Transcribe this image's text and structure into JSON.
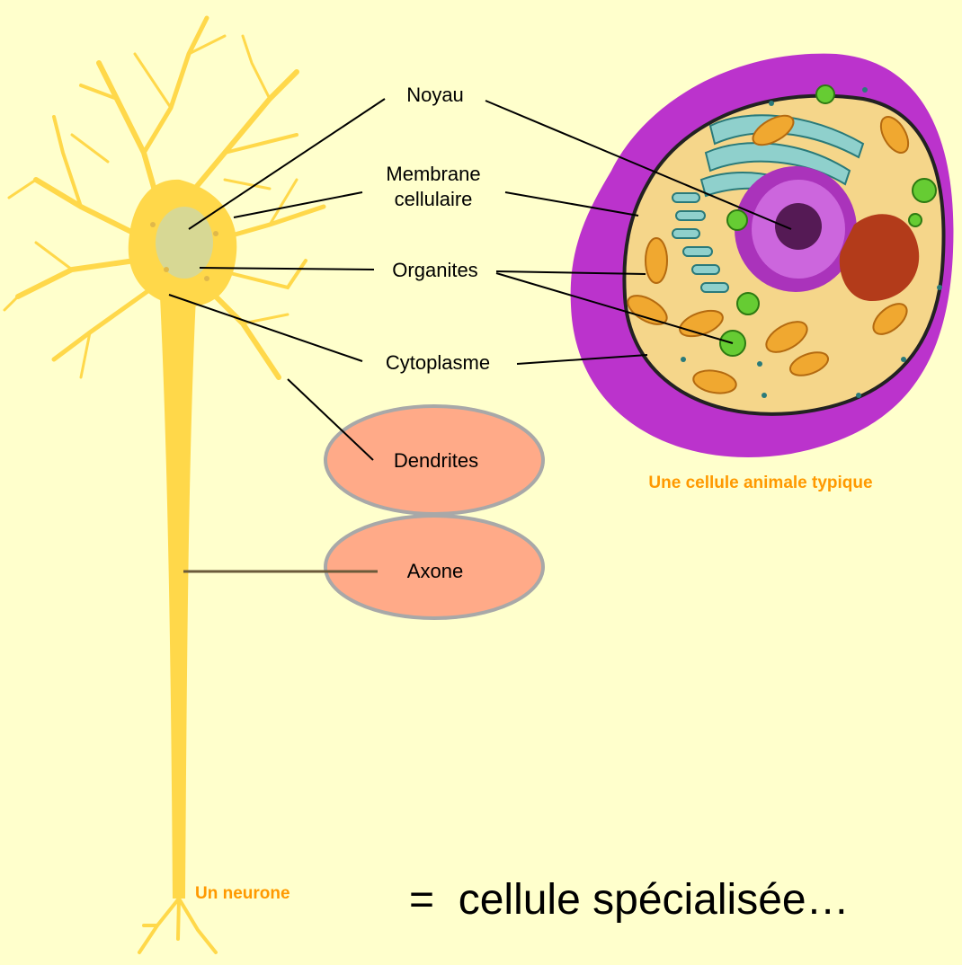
{
  "labels": {
    "noyau": "Noyau",
    "membrane_line1": "Membrane",
    "membrane_line2": "cellulaire",
    "organites": "Organites",
    "cytoplasme": "Cytoplasme",
    "dendrites": "Dendrites",
    "axone": "Axone"
  },
  "captions": {
    "animal_cell": "Une cellule animale typique",
    "neuron": "Un neurone",
    "statement": "=  cellule spécialisée…"
  },
  "colors": {
    "background": "#ffffcc",
    "caption": "#ff9900",
    "highlight_fill": "#ffaa88",
    "highlight_stroke": "#a8a8a8",
    "neuron_body": "#ffd84a",
    "membrane": "#bb33cc",
    "cytoplasm": "#f5d68a"
  }
}
